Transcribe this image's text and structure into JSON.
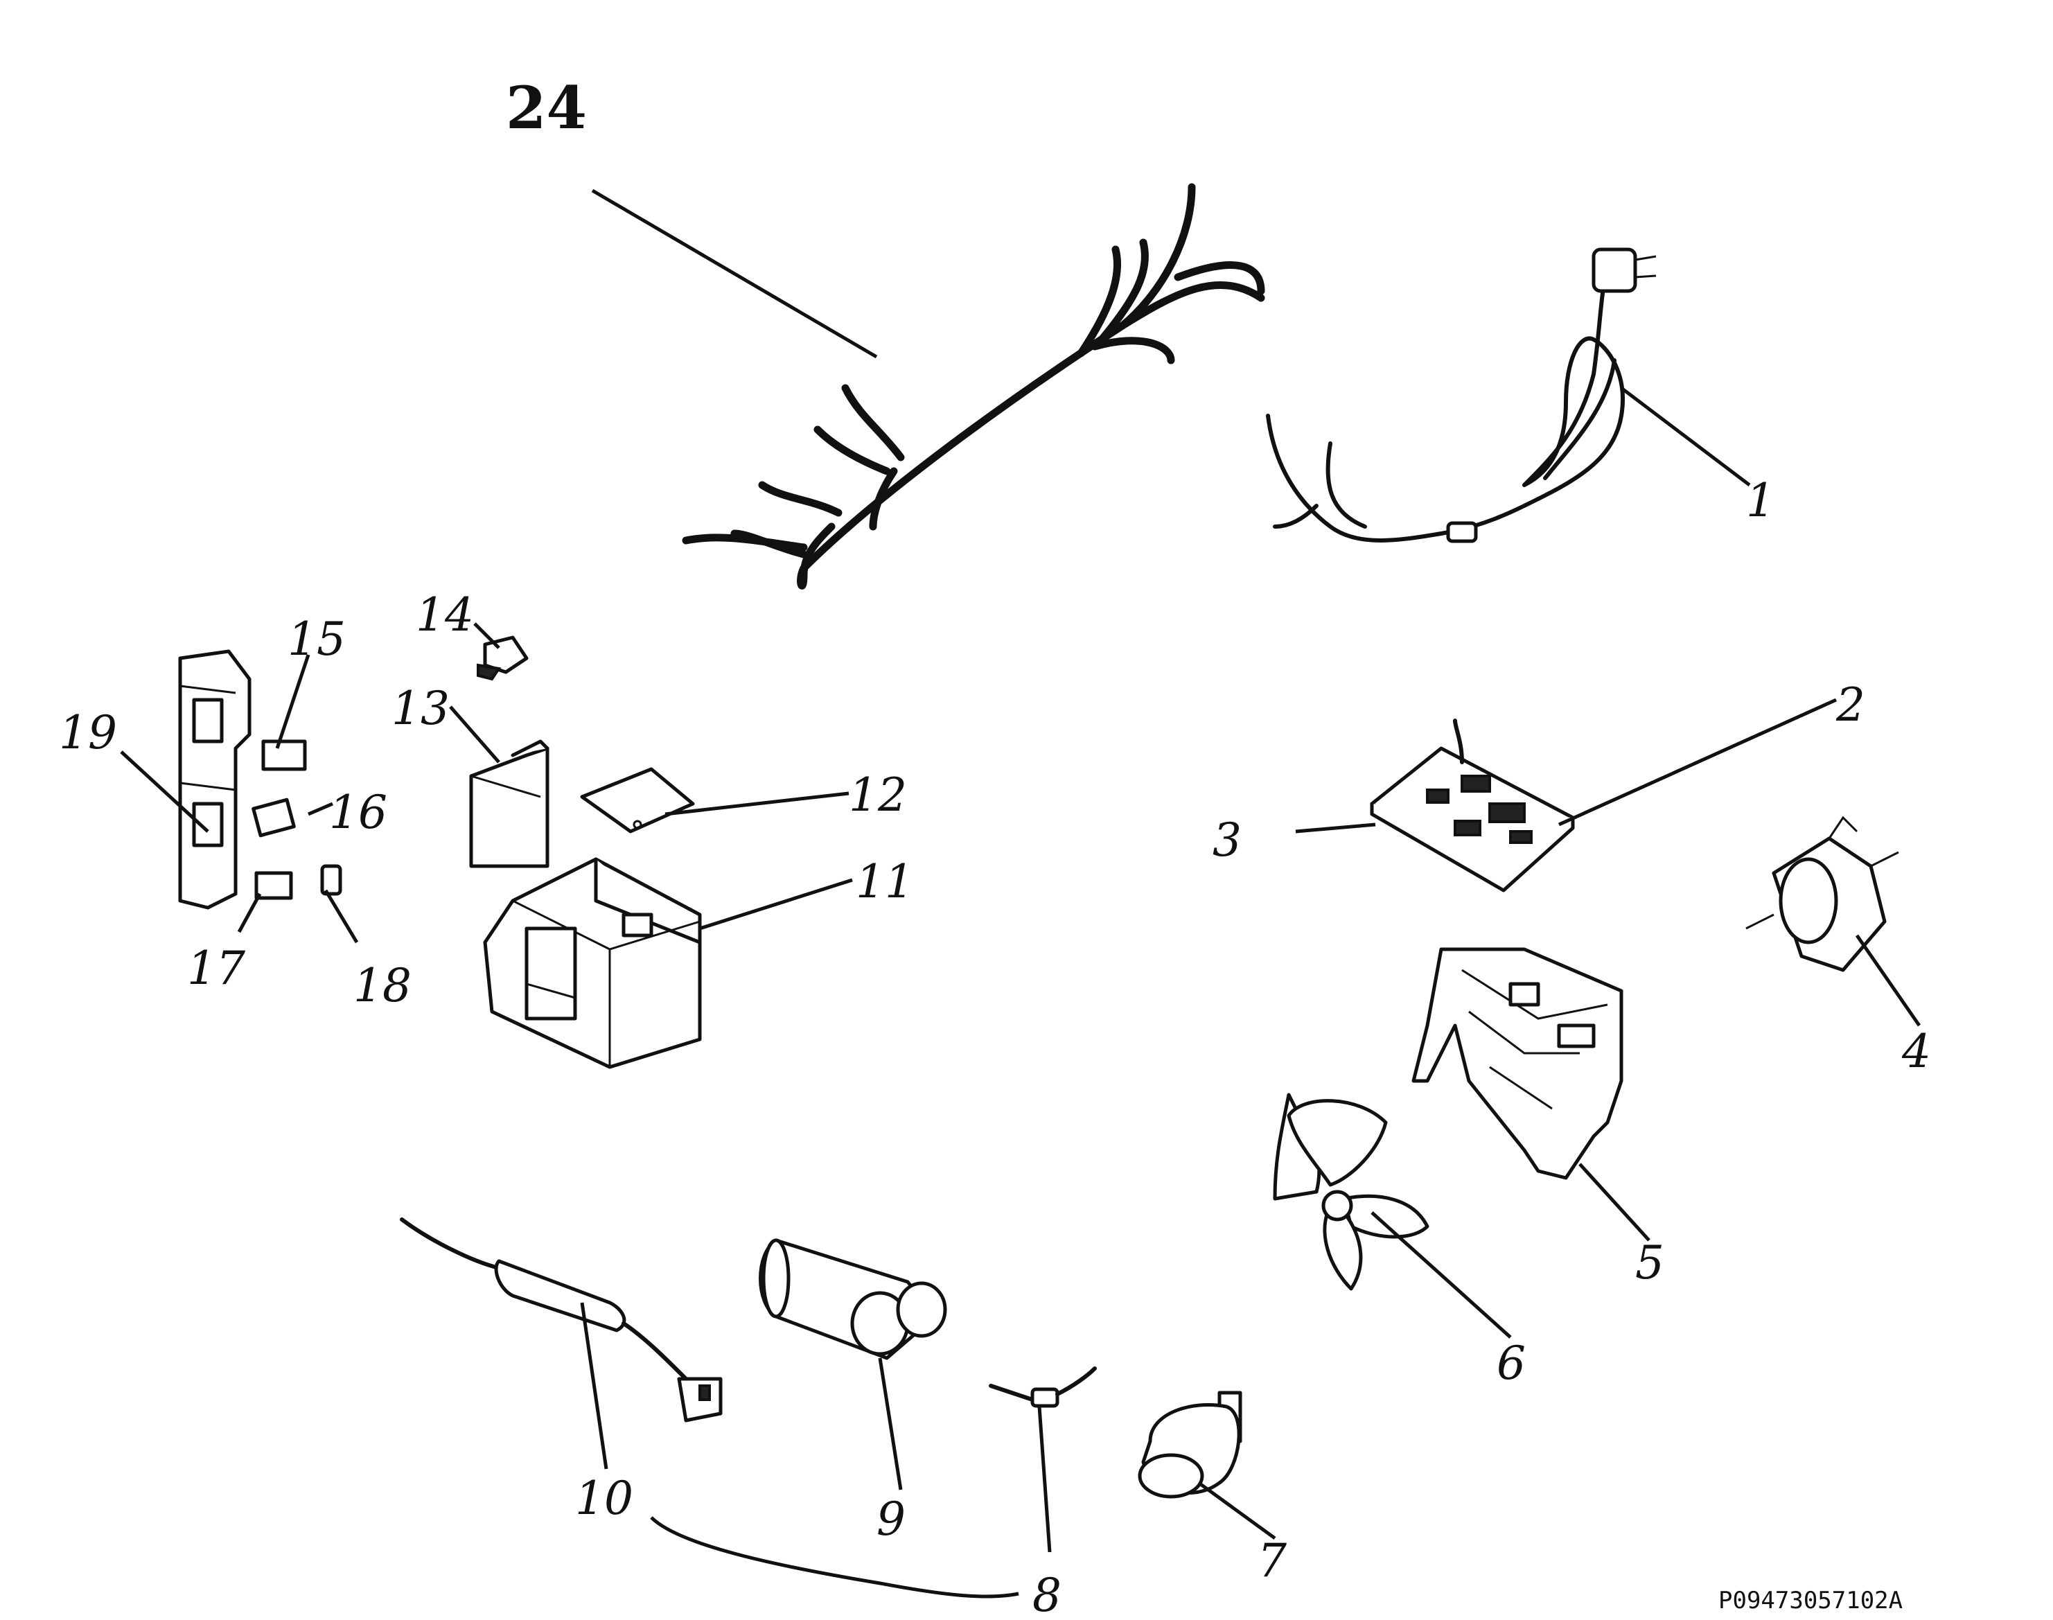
{
  "callouts": {
    "c1": "1",
    "c2": "2",
    "c3": "3",
    "c4": "4",
    "c5": "5",
    "c6": "6",
    "c7": "7",
    "c8": "8",
    "c9": "9",
    "c10": "10",
    "c11": "11",
    "c12": "12",
    "c13": "13",
    "c14": "14",
    "c15": "15",
    "c16": "16",
    "c17": "17",
    "c18": "18",
    "c19": "19",
    "c24": "24"
  },
  "document_id": "P09473057102A"
}
